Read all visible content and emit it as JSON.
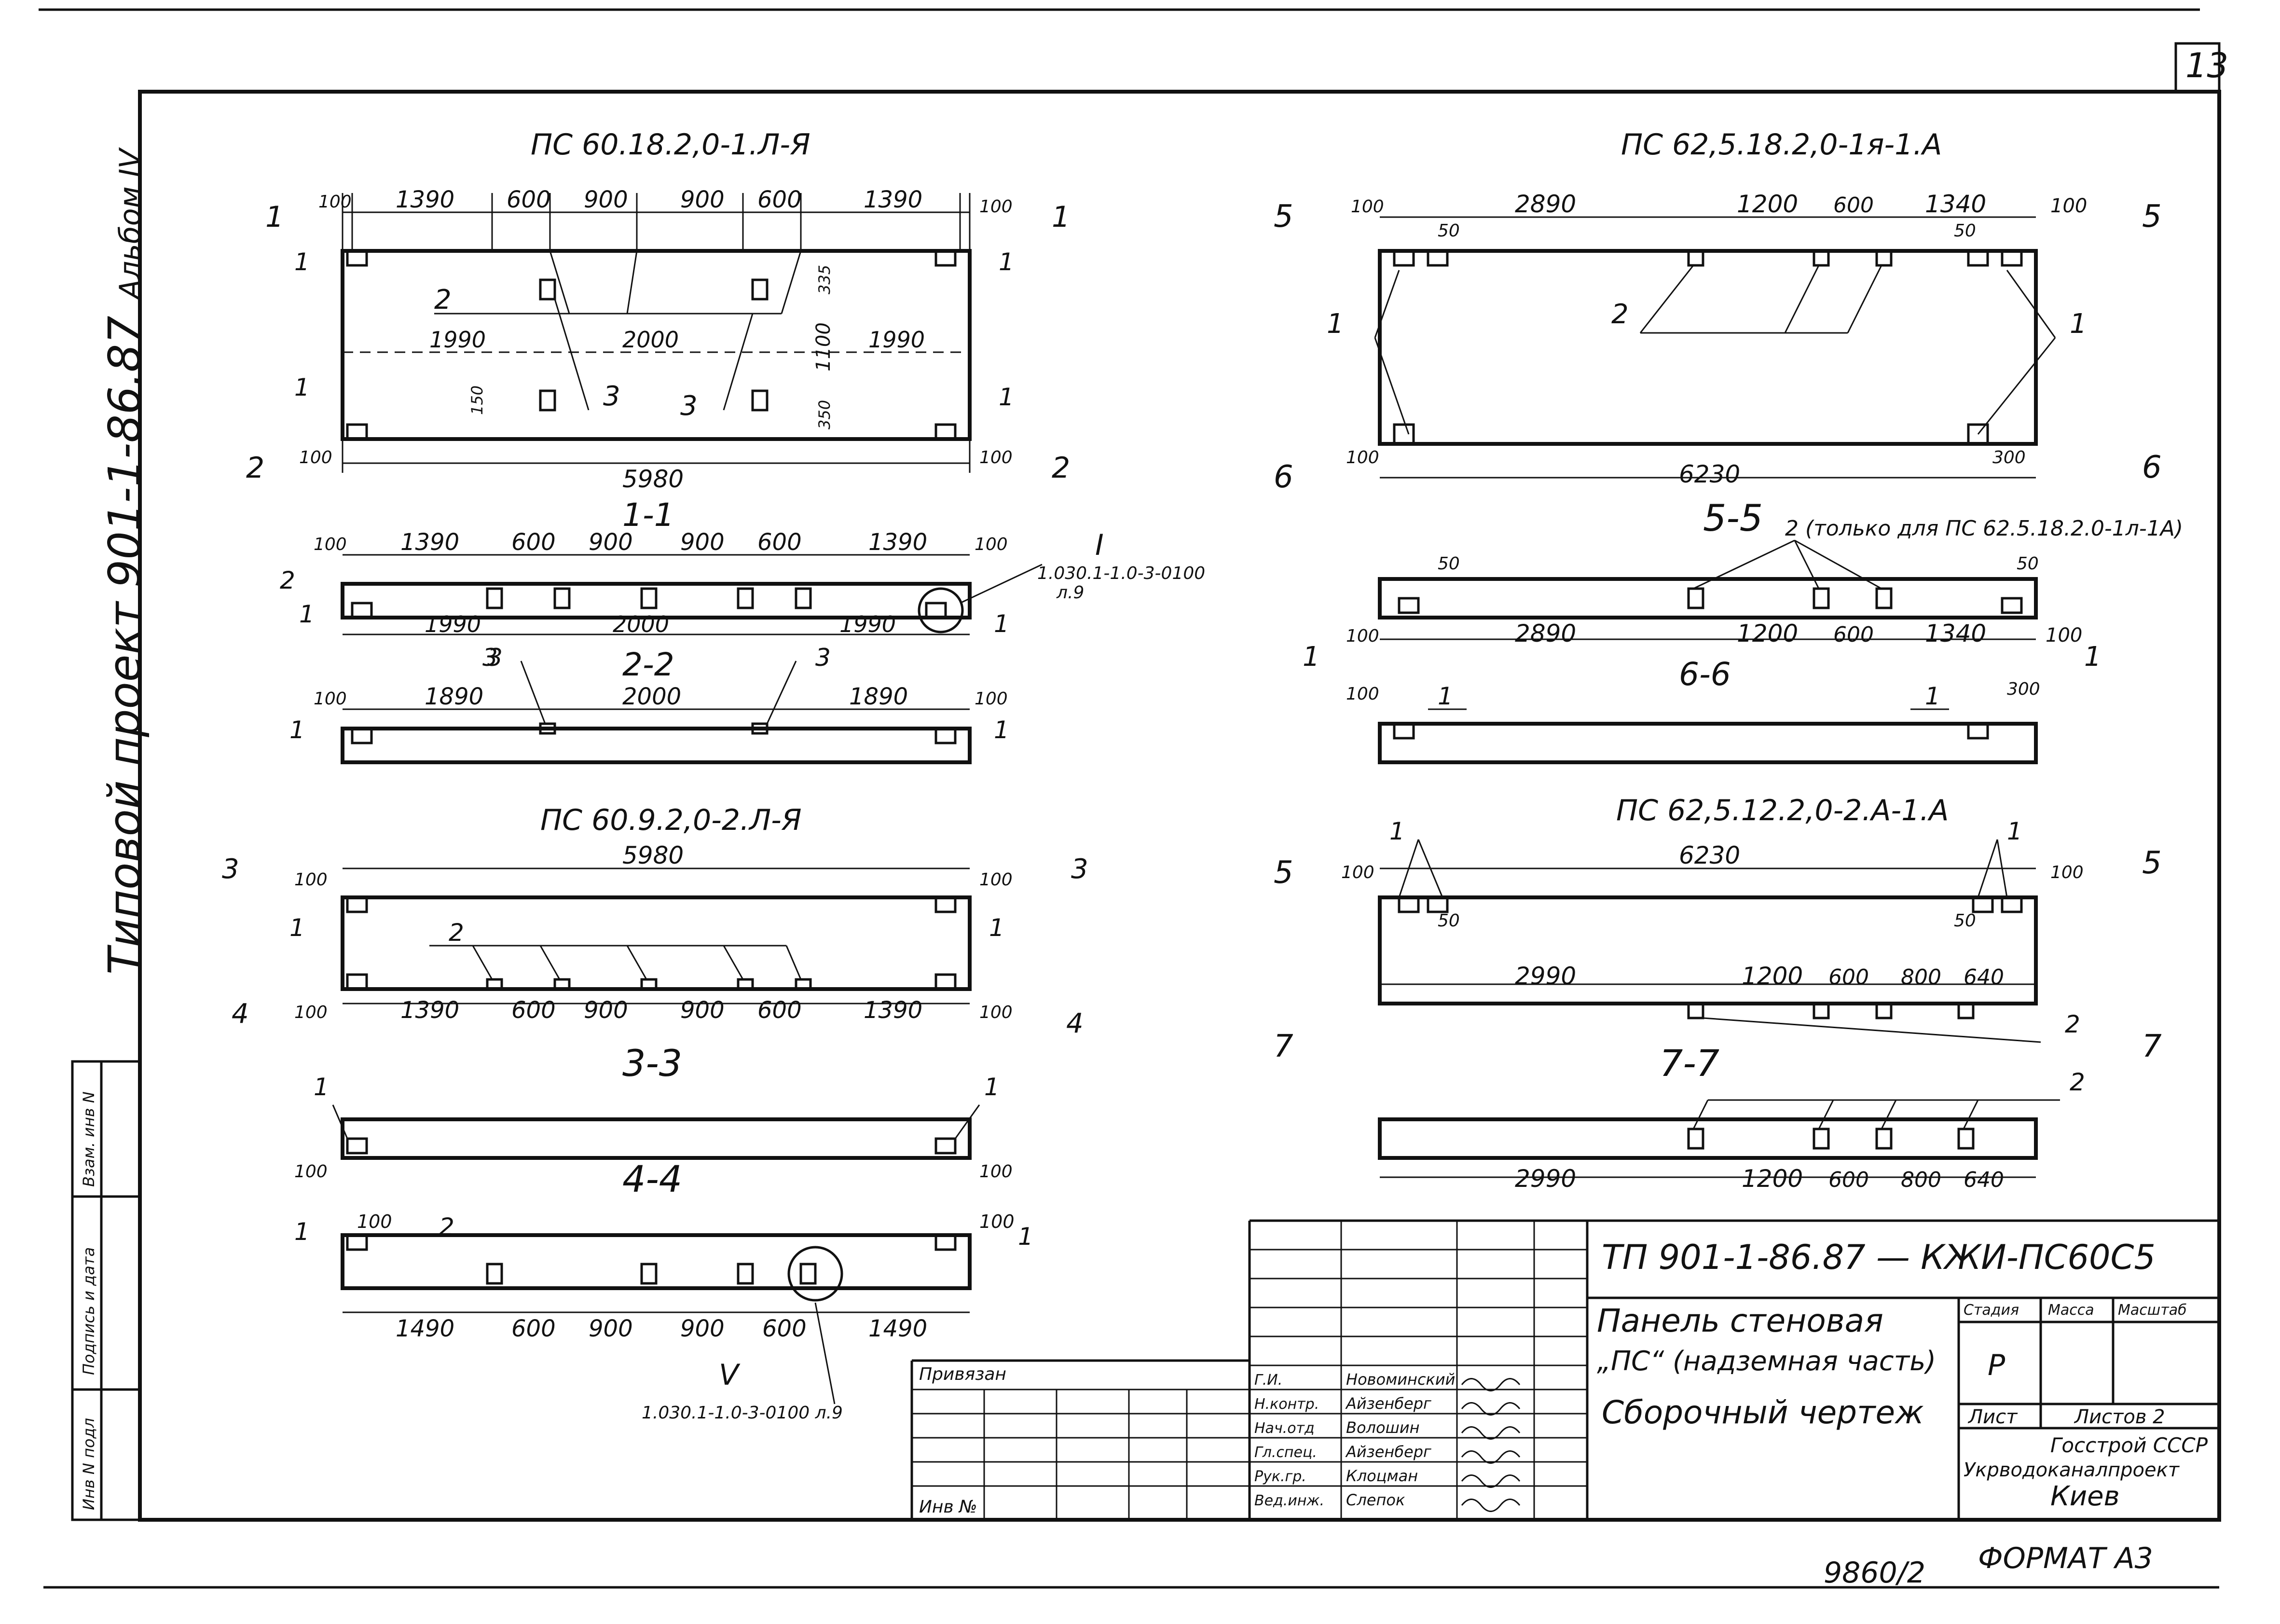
{
  "sheet": {
    "sheet_number": "13",
    "album": "Альбом IV",
    "project": "Типовой проект 901-1-86.87",
    "inventory_number": "9860/2",
    "format": "ФОРМАТ А3"
  },
  "side_stamp": [
    "Инв N подл",
    "Подпись и дата",
    "Взам. инв N"
  ],
  "views": {
    "p1": {
      "title": "ПС 60.18.2,0-1.Л-Я",
      "section_1": "1",
      "section_2": "2",
      "top_dims": [
        "100",
        "1390",
        "600",
        "900",
        "900",
        "600",
        "1390",
        "100"
      ],
      "mid_dims": [
        "1990",
        "2000",
        "1990"
      ],
      "right_dims": [
        "335",
        "1100",
        "350"
      ],
      "left_dim": "150",
      "bottom_left": "100",
      "bottom_right": "100",
      "length": "5980",
      "labels": {
        "l1": "1",
        "l2": "2",
        "l3": "3"
      }
    },
    "s11": {
      "title": "1-1",
      "top_dims": [
        "100",
        "1390",
        "600",
        "900",
        "900",
        "600",
        "1390",
        "100"
      ],
      "bottom_dims": [
        "1990",
        "2000",
        "1990"
      ],
      "node_label": "I",
      "node_ref": "1.030.1-1.0-3-0100",
      "node_ref2": "л.9",
      "labels": {
        "l1": "1",
        "l2": "2",
        "l3": "3"
      }
    },
    "s22": {
      "title": "2-2",
      "top_dims": [
        "100",
        "1890",
        "2000",
        "1890",
        "100"
      ],
      "labels": {
        "l1": "1",
        "l3": "3"
      }
    },
    "p2": {
      "title": "ПС 60.9.2,0-2.Л-Я",
      "length": "5980",
      "section_3": "3",
      "section_4": "4",
      "top_left": "100",
      "top_right": "100",
      "bottom_dims": [
        "100",
        "1390",
        "600",
        "900",
        "900",
        "600",
        "1390",
        "100"
      ],
      "labels": {
        "l1": "1",
        "l2": "2"
      }
    },
    "s33": {
      "title": "3-3",
      "left": "100",
      "right": "100",
      "labels": {
        "l1": "1"
      }
    },
    "s44": {
      "title": "4-4",
      "top_left": "100",
      "top_right": "100",
      "bottom_dims": [
        "1490",
        "600",
        "900",
        "900",
        "600",
        "1490"
      ],
      "node_label": "V",
      "node_ref": "1.030.1-1.0-3-0100 л.9",
      "labels": {
        "l1": "1",
        "l2": "2"
      }
    },
    "p3": {
      "title": "ПС 62,5.18.2,0-1я-1.А",
      "section_5": "5",
      "section_6": "6",
      "top_dims": [
        "100",
        "2890",
        "1200",
        "600",
        "1340",
        "100"
      ],
      "small_left": "50",
      "small_right": "50",
      "bottom_left": "100",
      "bottom_right": "300",
      "length": "6230",
      "labels": {
        "l1": "1",
        "l2": "2"
      }
    },
    "s55": {
      "title": "5-5",
      "note": "2 (только для ПС 62.5.18.2.0-1л-1А)",
      "top_left": "50",
      "top_right": "50",
      "dims": [
        "100",
        "2890",
        "1200",
        "600",
        "1340",
        "100"
      ],
      "labels": {
        "l1": "1"
      }
    },
    "s66": {
      "title": "6-6",
      "left": "100",
      "right": "300",
      "labels": {
        "l1": "1"
      }
    },
    "p4": {
      "title": "ПС 62,5.12.2,0-2.А-1.А",
      "length": "6230",
      "section_5": "5",
      "section_7": "7",
      "top_left": "100",
      "top_right": "100",
      "small_left": "50",
      "small_right": "50",
      "bottom_dims": [
        "2990",
        "1200",
        "600",
        "800",
        "640"
      ],
      "labels": {
        "l1": "1",
        "l2": "2"
      }
    },
    "s77": {
      "title": "7-7",
      "dims": [
        "2990",
        "1200",
        "600",
        "800",
        "640"
      ],
      "labels": {
        "l2": "2"
      }
    }
  },
  "title_block": {
    "code": "ТП 901-1-86.87 — КЖИ-ПС60С5",
    "name_1": "Панель стеновая",
    "name_2": "„ПС“ (надземная часть)",
    "name_3": "Сборочный чертеж",
    "stage_label": "Стадия",
    "mass_label": "Масса",
    "scale_label": "Масштаб",
    "stage": "Р",
    "sheet_label": "Лист",
    "sheets_label": "Листов 2",
    "org_1": "Госстрой СССР",
    "org_2": "Укрводоканалпроект",
    "org_3": "Киев",
    "privyazan": "Привязан",
    "inv_no": "Инв №",
    "roles": [
      "Г.И.",
      "Н.контр.",
      "Нач.отд",
      "Гл.спец.",
      "Рук.гр.",
      "Вед.инж."
    ],
    "names": [
      "Новоминский",
      "Айзенберг",
      "Волошин",
      "Айзенберг",
      "Клоцман",
      "Слепок"
    ]
  }
}
